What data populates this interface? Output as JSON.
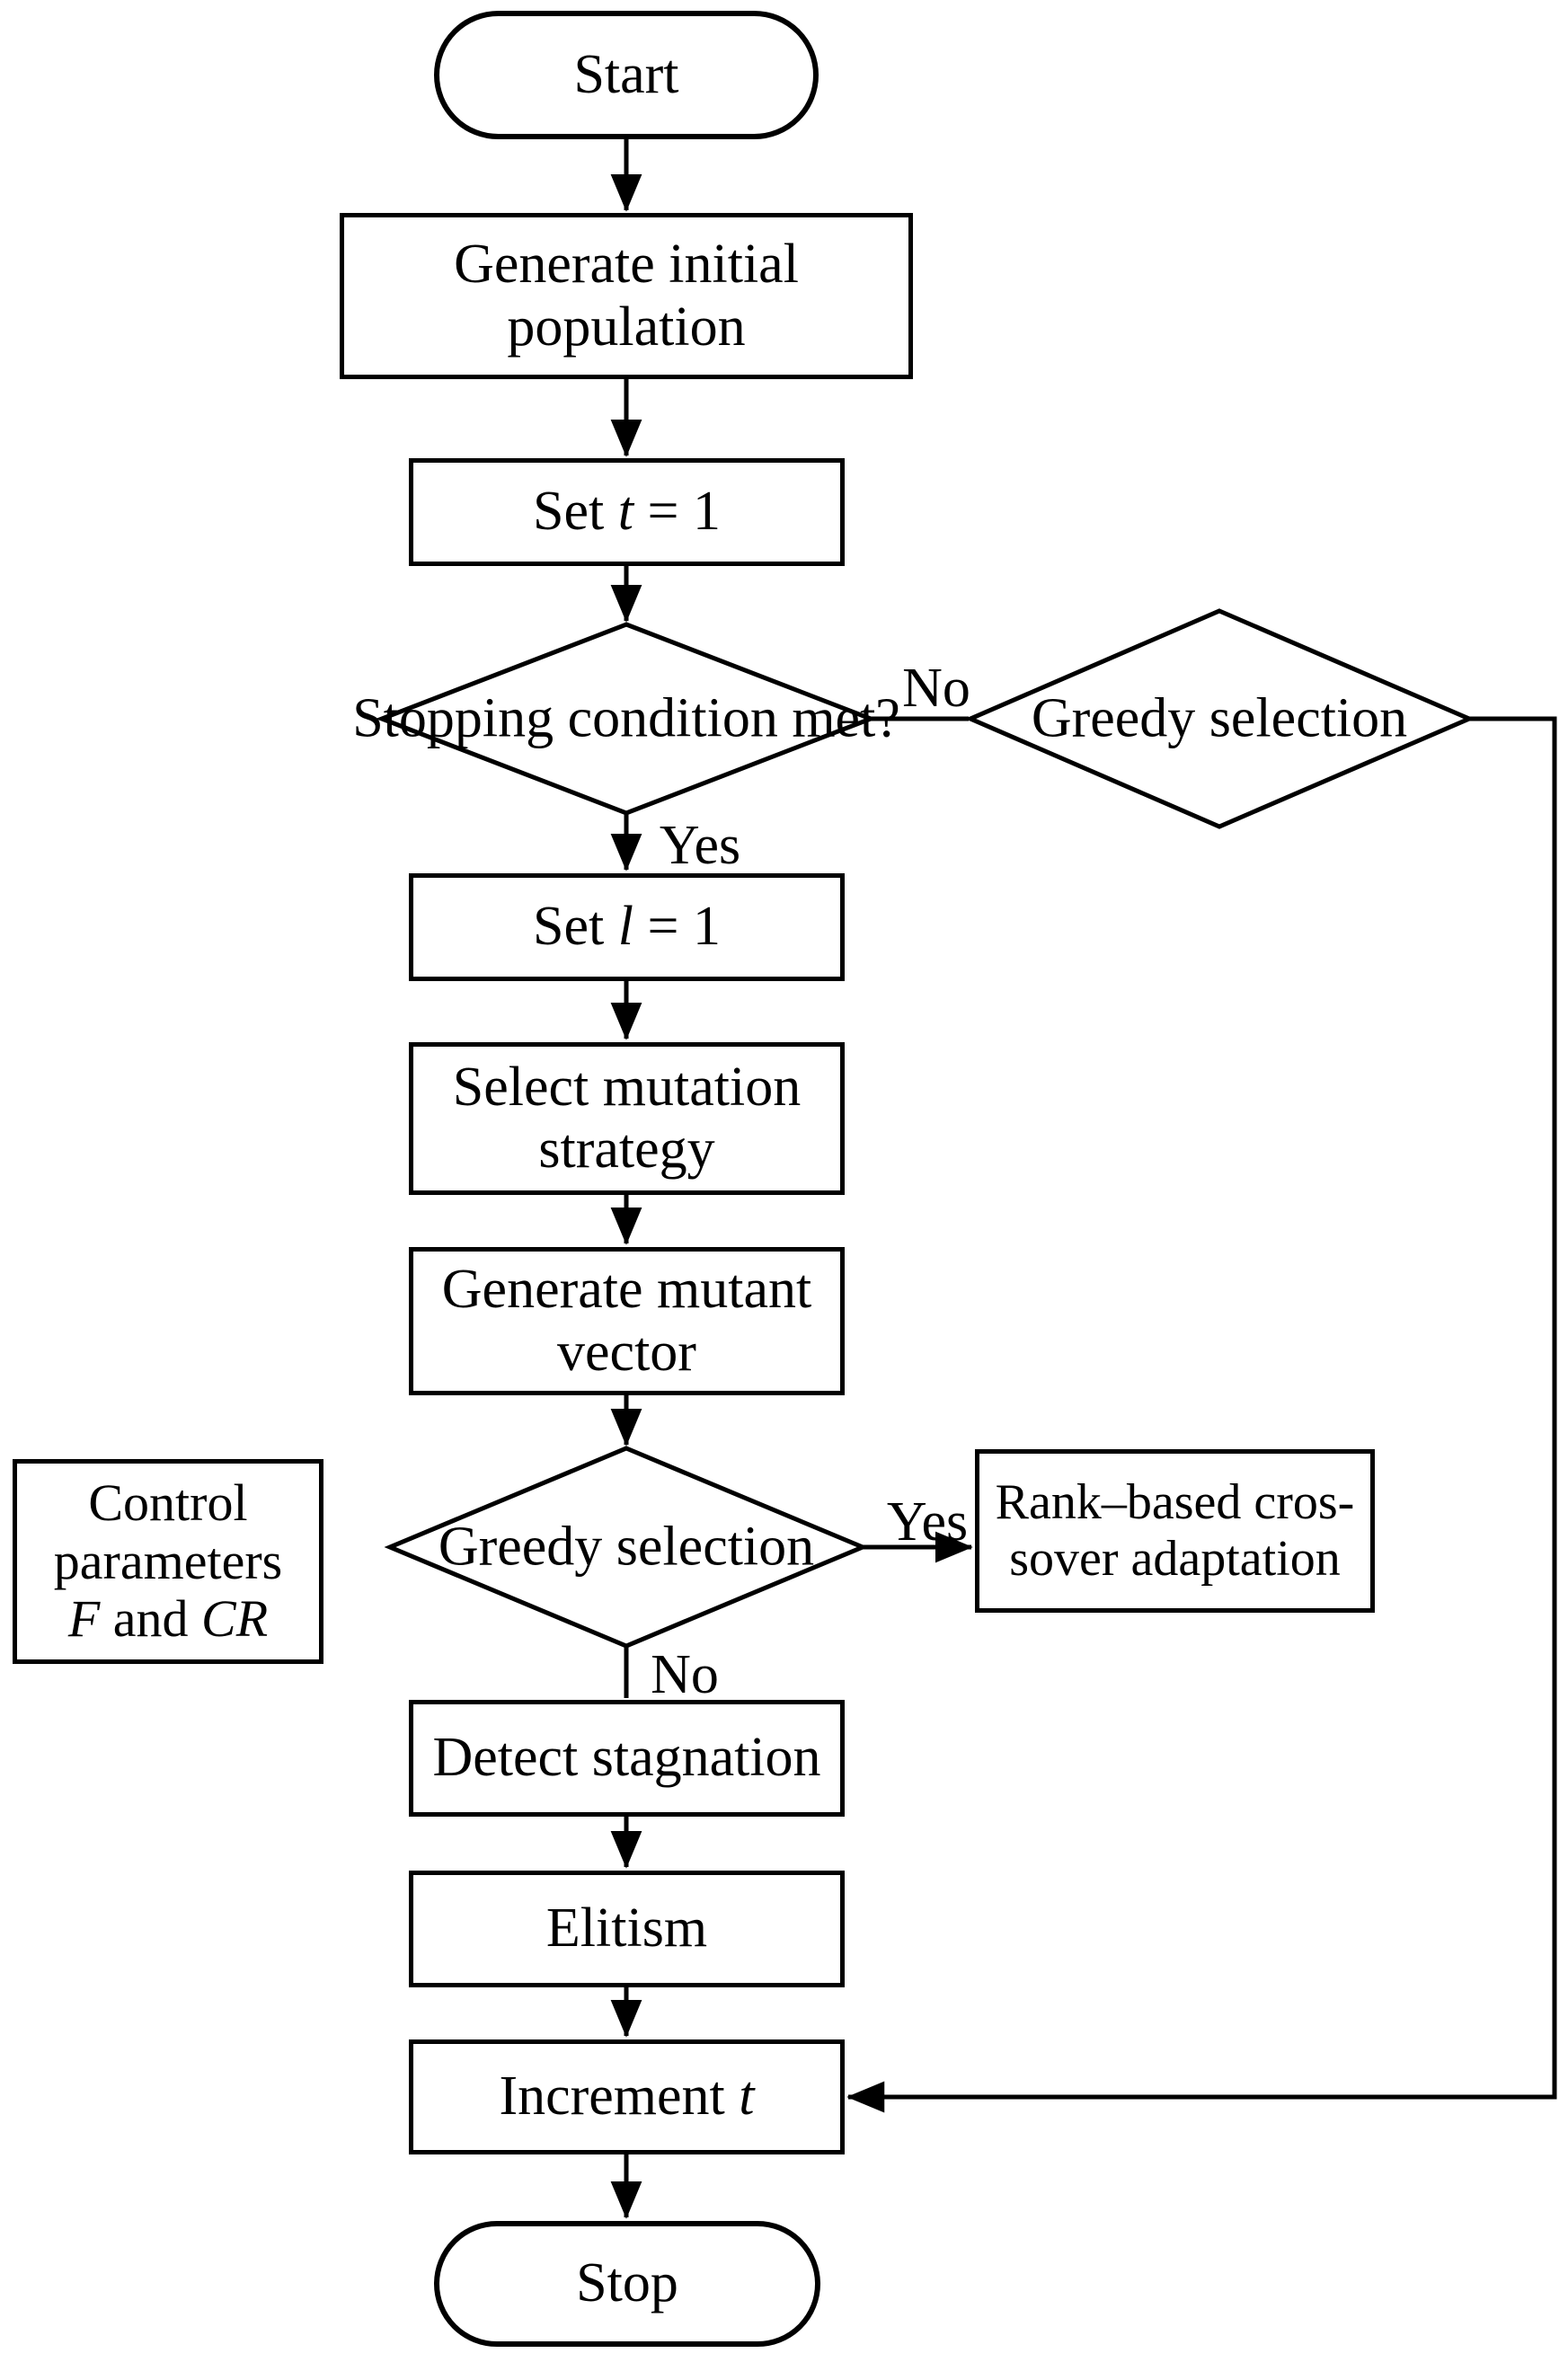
{
  "colors": {
    "line": "#000000",
    "background": "#ffffff",
    "text": "#000000"
  },
  "nodes": {
    "start": {
      "label": "Start"
    },
    "generate_population": {
      "line1": "Generate initial",
      "line2": "population"
    },
    "set_t": {
      "pre": "Set ",
      "var": "t",
      "post": " = 1"
    },
    "stopping_condition": {
      "line1": "Stopping",
      "line2": "condition met?"
    },
    "greedy_selection_top": {
      "line1": "Greedy",
      "line2": "selection"
    },
    "set_l": {
      "pre": "Set ",
      "var": "l",
      "post": " = 1"
    },
    "select_mutation": {
      "line1": "Select mutation",
      "line2": "strategy"
    },
    "generate_mutant": {
      "line1": "Generate mutant",
      "line2": "vector"
    },
    "greedy_selection_mid": {
      "line1": "Greedy",
      "line2": "selection"
    },
    "control_parameters": {
      "line1": "Control",
      "line2": "parameters",
      "f": "F",
      "and": " and ",
      "cr": "CR"
    },
    "rank_crossover": {
      "line1": "Rank–based cros-",
      "line2": "sover adaptation"
    },
    "detect_stagnation": {
      "label": "Detect stagnation"
    },
    "elitism": {
      "label": "Elitism"
    },
    "increment_t": {
      "pre": "Increment ",
      "var": "t"
    },
    "stop": {
      "label": "Stop"
    }
  },
  "edge_labels": {
    "stopping_no": "No",
    "stopping_yes": "Yes",
    "greedy_mid_yes": "Yes",
    "greedy_mid_no": "No"
  }
}
